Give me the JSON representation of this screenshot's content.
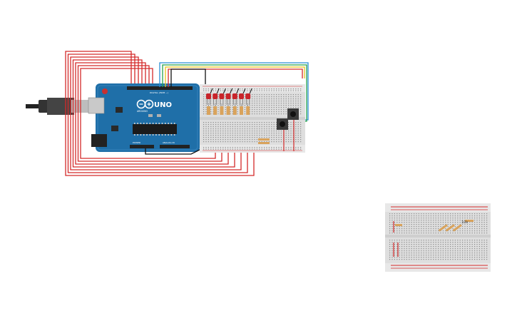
{
  "canvas": {
    "background": "#ffffff"
  },
  "arduino": {
    "brand": "UNO",
    "maker": "ARDUINO",
    "header_digital": "DIGITAL (PWM ~)",
    "header_power": "POWER",
    "header_analog": "ANALOG IN",
    "board_color": "#1f6fa8"
  },
  "breadboard_main": {
    "led_count": 7,
    "button_count": 2
  },
  "breadboard_small": {
    "label": "10k"
  },
  "colors": {
    "wire_red": "#d42a2a",
    "wire_black": "#111111",
    "wire_green": "#27a14b",
    "wire_yellow": "#e8c21c",
    "wire_blue": "#2b8fd6",
    "led_red": "#c8242a",
    "resistor_body": "#d9a35c"
  }
}
